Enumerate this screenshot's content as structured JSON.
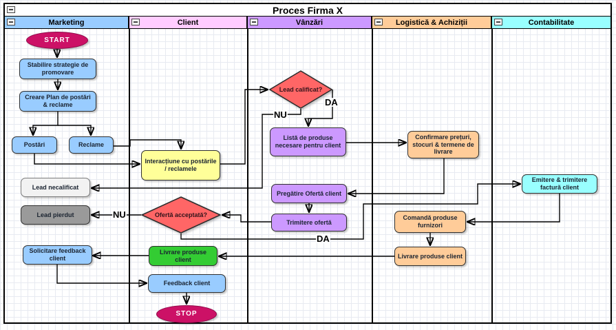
{
  "title": "Proces Firma X",
  "lanes": [
    {
      "label": "Marketing",
      "color": "#99CCFF"
    },
    {
      "label": "Client",
      "color": "#FFCCFF"
    },
    {
      "label": "Vânzări",
      "color": "#CC99FF"
    },
    {
      "label": "Logistică & Achiziții",
      "color": "#FFCC99"
    },
    {
      "label": "Contabilitate",
      "color": "#99FFFF"
    }
  ],
  "nodes": {
    "start": {
      "label": "START",
      "color": "#CC1166"
    },
    "stabilire": {
      "label": "Stabilire strategie de promovare",
      "color": "#99CCFF"
    },
    "creare_plan": {
      "label": "Creare Plan de postări & reclame",
      "color": "#99CCFF"
    },
    "postari": {
      "label": "Postări",
      "color": "#99CCFF"
    },
    "reclame": {
      "label": "Reclame",
      "color": "#99CCFF"
    },
    "lead_necalificat": {
      "label": "Lead necalificat",
      "color": "#F2F2F2"
    },
    "lead_pierdut": {
      "label": "Lead pierdut",
      "color": "#9A9A9A"
    },
    "solicitare_feedback": {
      "label": "Solicitare feedback client",
      "color": "#99CCFF"
    },
    "interactiune": {
      "label": "Interacțiune cu postările / reclamele",
      "color": "#FFFF99"
    },
    "oferta_acceptata": {
      "label": "Ofertă acceptată?",
      "color": "#FF6666"
    },
    "livrare_produse_client_green": {
      "label": "Livrare produse client",
      "color": "#33CC33"
    },
    "feedback_client": {
      "label": "Feedback client",
      "color": "#99CCFF"
    },
    "stop": {
      "label": "STOP",
      "color": "#CC1166"
    },
    "lead_calificat": {
      "label": "Lead calificat?",
      "color": "#FF6666"
    },
    "lista_produse": {
      "label": "Listă de produse necesare pentru client",
      "color": "#CC99FF"
    },
    "pregatire_oferta": {
      "label": "Pregătire Ofertă client",
      "color": "#CC99FF"
    },
    "trimitere_oferta": {
      "label": "Trimitere ofertă",
      "color": "#CC99FF"
    },
    "confirmare_preturi": {
      "label": "Confirmare prețuri, stocuri & termene de livrare",
      "color": "#FFCC99"
    },
    "comanda_produse": {
      "label": "Comandă produse furnizori",
      "color": "#FFCC99"
    },
    "livrare_produse_client_orange": {
      "label": "Livrare produse client",
      "color": "#FFCC99"
    },
    "emitere_factura": {
      "label": "Emitere & trimitere factură client",
      "color": "#99FFFF"
    }
  },
  "edge_labels": {
    "lead_da": "DA",
    "lead_nu": "NU",
    "oferta_nu": "NU",
    "oferta_da": "DA"
  }
}
